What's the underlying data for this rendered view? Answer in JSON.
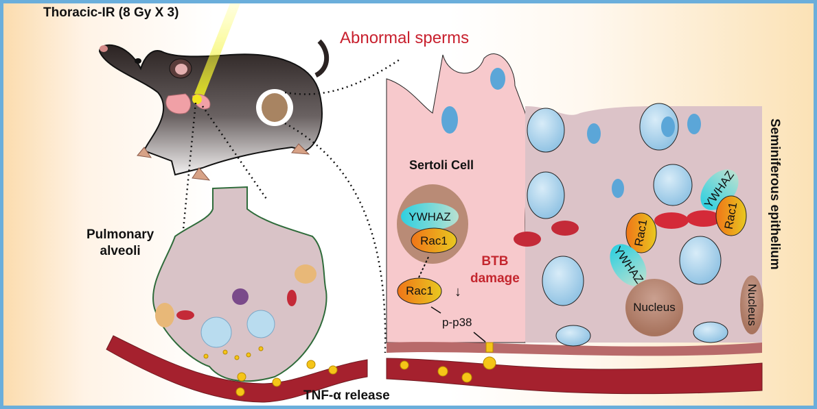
{
  "figure": {
    "title": "Thoracic-IR (8 Gy X 3)",
    "labels": {
      "abnormal_sperms": "Abnormal sperms",
      "pulmonary_alveoli_line1": "Pulmonary",
      "pulmonary_alveoli_line2": "alveoli",
      "sertoli_cell": "Sertoli Cell",
      "btb_line1": "BTB",
      "btb_line2": "damage",
      "tnf_release": "TNF-α release",
      "seminiferous_epithelium": "Seminiferous epithelium",
      "p_p38": "p-p38",
      "down_arrow": "↓"
    },
    "molecules": {
      "ywhaz": "YWHAZ",
      "rac1": "Rac1",
      "nucleus": "Nucleus"
    },
    "colors": {
      "border": "#6aaedb",
      "accent_red": "#c8202e",
      "sertoli_pink": "#f7c9cc",
      "epithelium_mauve": "#dcc3c8",
      "germ_cell_blue": "#9ccbe8",
      "vessel_red": "#a5212e",
      "tnf_star": "#f5c518",
      "rac1_orange": "#f08a18",
      "ywhaz_cyan": "#45d2e0",
      "nucleus_brown": "#b98b76"
    },
    "icons": [
      "mouse-icon",
      "radiation-beam-icon",
      "lung-icon",
      "testis-icon",
      "alveolus-icon",
      "macrophage-icon",
      "blood-vessel-icon",
      "tnf-star-icon",
      "tight-junction-icon",
      "sperm-icon"
    ]
  }
}
